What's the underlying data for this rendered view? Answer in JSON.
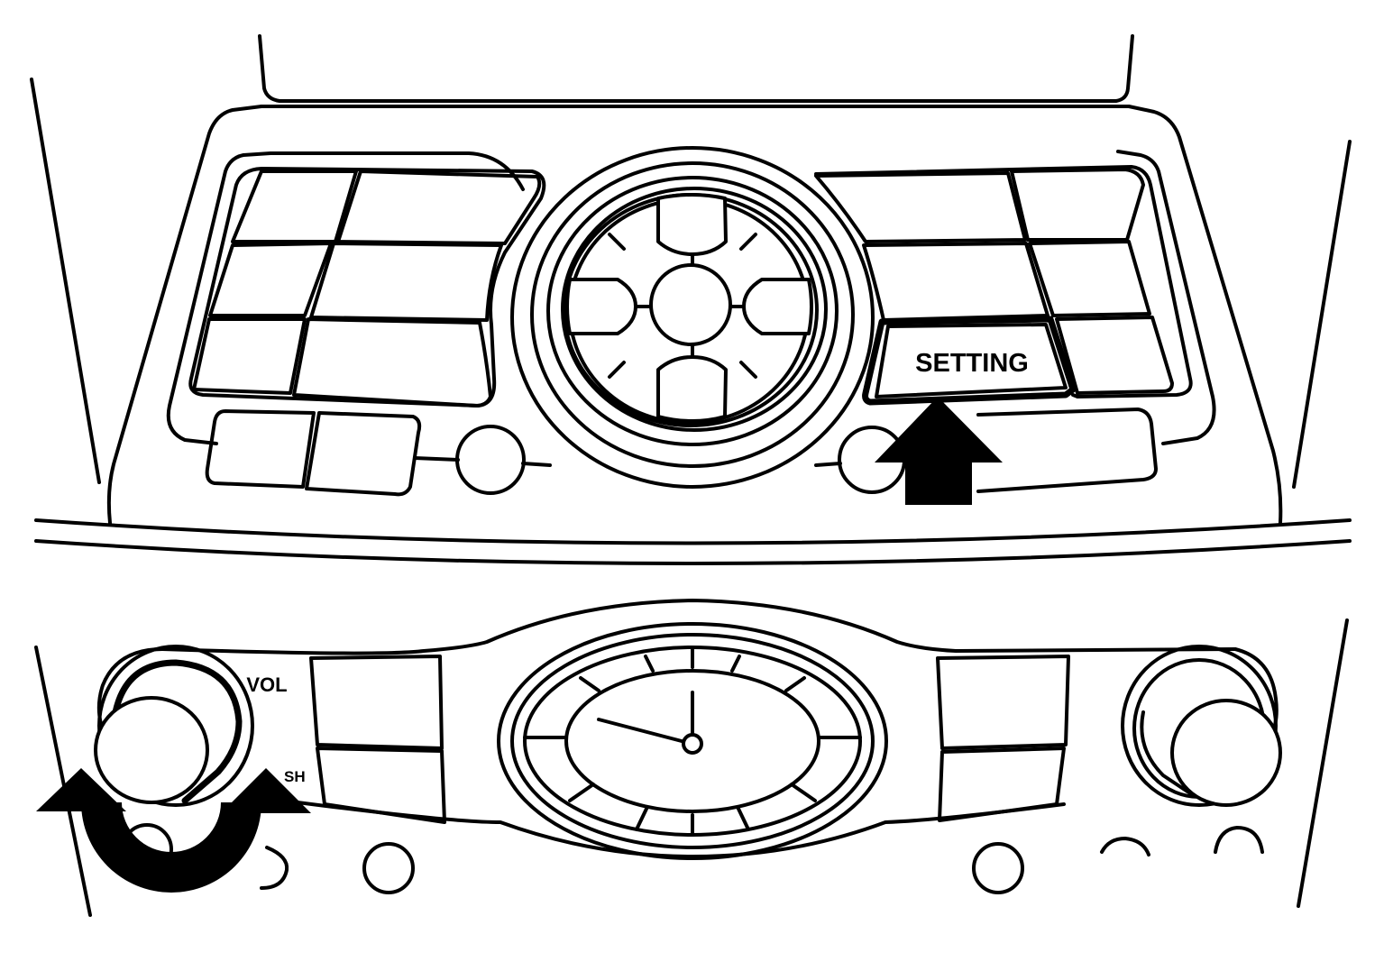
{
  "labels": {
    "setting": "SETTING",
    "vol": "VOL",
    "push_partial": "SH"
  },
  "colors": {
    "line": "#000000",
    "background": "#ffffff"
  },
  "icons": [
    "up-arrow-icon",
    "rotate-arrow-icon"
  ]
}
